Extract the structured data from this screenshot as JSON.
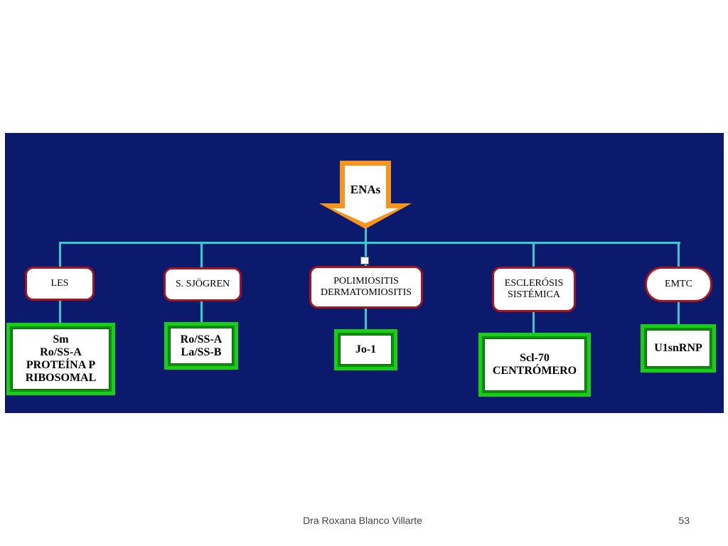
{
  "root": {
    "label": "ENAs"
  },
  "categories": [
    {
      "id": "les",
      "label": "LES",
      "antibodies": "Sm\nRo/SS-A\nPROTEÍNA P\nRIBOSOMAL"
    },
    {
      "id": "sjogren",
      "label": "S. SJÖGREN",
      "antibodies": "Ro/SS-A\nLa/SS-B"
    },
    {
      "id": "polimiositis",
      "label": "POLIMIOSITIS\nDERMATOMIOSITIS",
      "antibodies": "Jo-1"
    },
    {
      "id": "esclerosis",
      "label": "ESCLERÓSIS\nSISTÉMICA",
      "antibodies": "Scl-70\nCENTRÓMERO"
    },
    {
      "id": "emtc",
      "label": "EMTC",
      "antibodies": "U1snRNP"
    }
  ],
  "colors": {
    "panel": "#0c1a6d",
    "connector": "#33cccc",
    "arrow": "#f7941d",
    "category_border": "#a3151f",
    "antibody_border": "#1bcc1b"
  },
  "footer": {
    "author": "Dra Roxana Blanco Villarte",
    "page": "53"
  }
}
